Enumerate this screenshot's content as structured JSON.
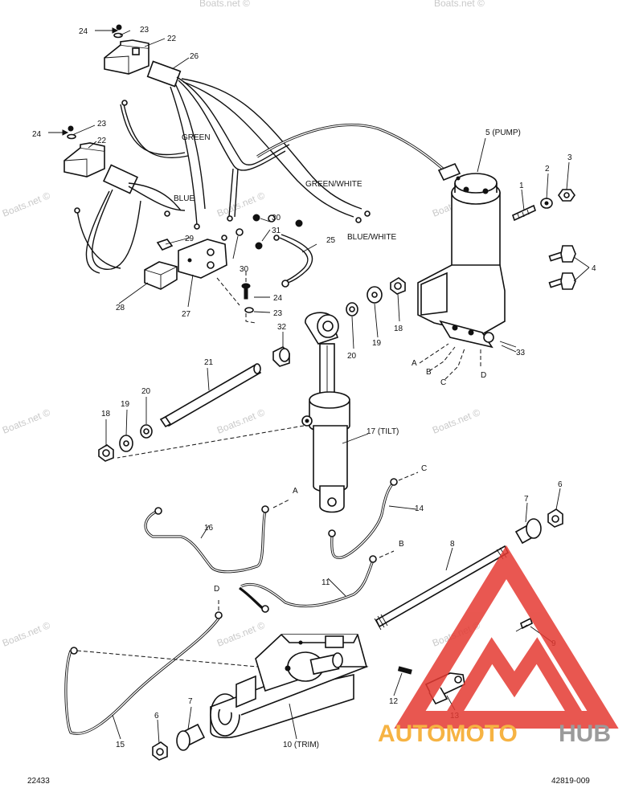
{
  "diagram": {
    "callouts": [
      "1",
      "2",
      "3",
      "4",
      "5 (PUMP)",
      "6",
      "7",
      "8",
      "9",
      "10 (TRIM)",
      "11",
      "12",
      "13",
      "14",
      "15",
      "16",
      "17 (TILT)",
      "18",
      "19",
      "20",
      "21",
      "22",
      "23",
      "24",
      "25",
      "26",
      "27",
      "28",
      "29",
      "30",
      "31",
      "32",
      "33",
      "A",
      "B",
      "C",
      "D"
    ],
    "wire_colors": [
      "GREEN",
      "BLUE",
      "GREEN/WHITE",
      "BLUE/WHITE"
    ],
    "bottom_left_code": "22433",
    "bottom_right_code": "42819-009"
  },
  "watermark": {
    "site": "Boats.net ©",
    "brand_part1": "AUTOMOTO",
    "brand_part2": "HUB"
  },
  "colors": {
    "brand_red": "#e53a32",
    "brand_orange": "#f5a623",
    "brand_gray": "#8a8a8a",
    "line": "#111111"
  }
}
